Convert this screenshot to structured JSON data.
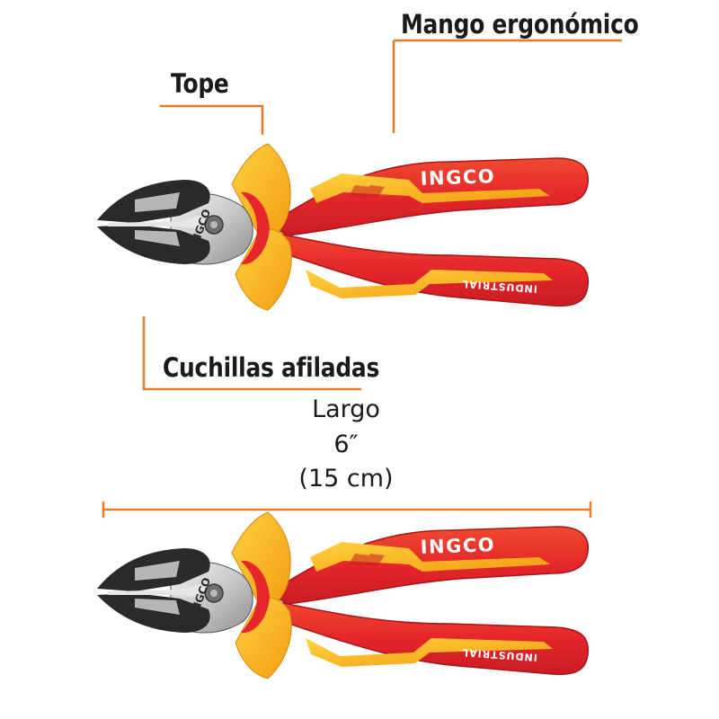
{
  "callouts": {
    "handle": "Mango ergonómico",
    "stop": "Tope",
    "blades": "Cuchillas afiladas"
  },
  "dimension": {
    "title": "Largo",
    "inches": "6″",
    "cm": "(15 cm)"
  },
  "tool_markings": {
    "brand": "INGCO",
    "series": "INDUSTRIAL"
  },
  "colors": {
    "accent": "#e87a2c",
    "handle_red": "#e5262b",
    "handle_yellow": "#f6b21c",
    "steel_dark": "#2a2a2a"
  }
}
